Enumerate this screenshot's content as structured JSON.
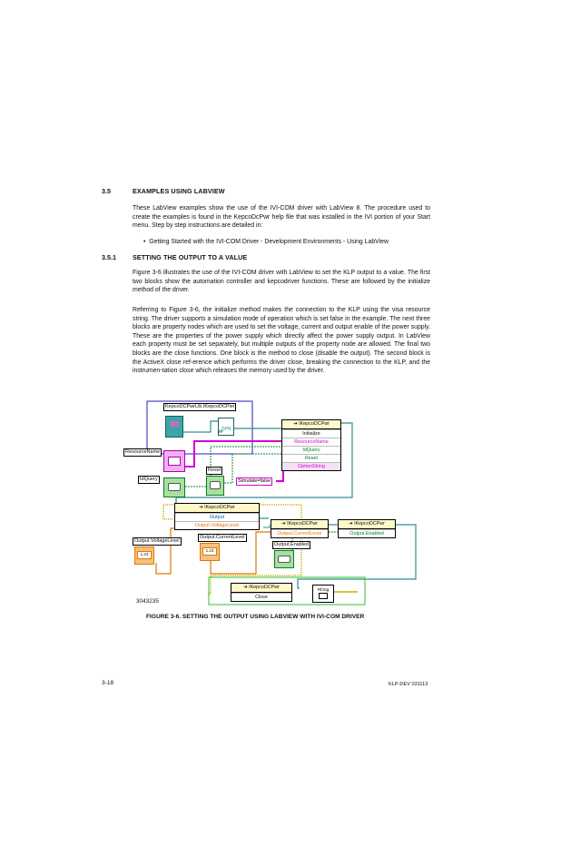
{
  "section": {
    "number": "3.5",
    "title": "EXAMPLES USING LABVIEW",
    "intro": "These LabView examples show the use of the IVI-COM driver with LabView 8.   The procedure used to create the examples is found in the KepcoDcPwr help file that was installed in the IVI portion of your Start menu. Step by step instructions are detailed in:",
    "bullet": "Getting Started with the IVI-COM Driver - Development Environments - Using LabView"
  },
  "subsection": {
    "number": "3.5.1",
    "title": "SETTING THE OUTPUT TO A VALUE",
    "para1": "Figure 3-6 illustrates the use of the IVI-COM driver with LabView to set the KLP output to a value. The first two blocks show the automation controller and kepcodriver functions. These are followed by the initialize method of the driver.",
    "para2": "Referring to Figure 3-6, the initialize method makes the connection to the KLP using the visa resource string. The driver supports a simulation mode of operation which is set false in the example. The next three blocks are property nodes which are used to set the voltage, current and output enable of the power supply. These are the properties of the power supply which directly affect the power supply output. In LabView each property must be set separately, but multiple outputs of the property node are allowed. The final two blocks are the close functions. One block is the method to close (disable the output). The second block is the ActiveX close ref-erence which performs the driver close, breaking the connection to the KLP, and the instrumen-tation close which releases the memory used by the driver."
  },
  "diagram": {
    "refnum_label": "KepcoDCPwrLib.IKepcoDCPwr",
    "resource_label": "ResourceName",
    "idquery_label": "IdQuery",
    "reset_label": "Reset",
    "option_string": "Simulate=false",
    "init_node": {
      "class": "IKepcoDCPwr",
      "method": "Initialize",
      "params": [
        "ResourceName",
        "IdQuery",
        "Reset",
        "OptionString"
      ]
    },
    "prop1": {
      "class": "IKepcoDCPwr",
      "rows": [
        "Output",
        "Output.VoltageLevel"
      ]
    },
    "prop2": {
      "class": "IKepcoDCPwr",
      "rows": [
        "Output.CurrentLevel"
      ]
    },
    "prop3": {
      "class": "IKepcoDCPwr",
      "rows": [
        "Output.Enabled"
      ]
    },
    "close_node": {
      "class": "IKepcoDCPwr",
      "method": "Close"
    },
    "voltage_label": "Output.VoltageLevel",
    "current_label": "Output.CurrentLevel",
    "enabled_label": "Output.Enabled",
    "num_value": "1.23",
    "error_label": "Rf/Sig",
    "tf_badge": "TF",
    "drawing_id": "3043235"
  },
  "figure_caption": "FIGURE 3-6.    SETTING THE OUTPUT USING LABVIEW WITH IVI-COM DRIVER",
  "footer": {
    "page": "3-18",
    "doc_id": "KLP-DEV 031113"
  }
}
